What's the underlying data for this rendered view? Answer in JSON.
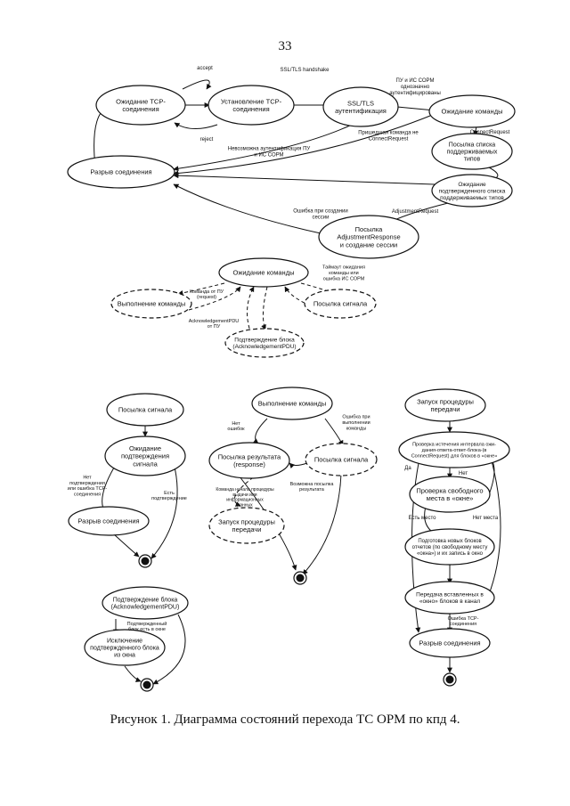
{
  "page_number": "33",
  "caption": "Рисунок 1. Диаграмма состояний перехода ТС ОРМ по кпд 4.",
  "main": {
    "nodes": {
      "wait_tcp": [
        "Ожидание TCP-",
        "соединения"
      ],
      "establish_tcp": [
        "Установление TCP-",
        "соединения"
      ],
      "ssl_auth": [
        "SSL/TLS",
        "аутентификация"
      ],
      "wait_cmd": [
        "Ожидание команды"
      ],
      "send_list": [
        "Посылка списка",
        "поддерживаемых",
        "типов"
      ],
      "wait_confirm": [
        "Ожидание",
        "подтвержденного списка",
        "поддерживаемых типов"
      ],
      "send_adjust": [
        "Посылка",
        "AdjustmentResponse",
        "и создание сессии"
      ],
      "disconnect": [
        "Разрыв соединения"
      ]
    },
    "labels": {
      "accept": "accept",
      "ssl_handshake": "SSL/TLS handshake",
      "reject": "reject",
      "both_auth": [
        "ПУ и ИС СОРМ",
        "однозначно",
        "аутентифицированы"
      ],
      "connect_request": "ConnectRequest",
      "no_auth": [
        "Невозможна аутентификация ПУ",
        "и ИС СОРМ"
      ],
      "cmd_arrived": [
        "Пришедшая команда не",
        "ConnectRequest"
      ],
      "adjustment_request": "AdjustmentRequest",
      "session_error": [
        "Ошибка при создании",
        "сессии"
      ]
    }
  },
  "cmd_loop": {
    "nodes": {
      "wait_cmd": "Ожидание команды",
      "exec_cmd": "Выполнение команды",
      "send_signal": "Посылка сигнала",
      "confirm_block": [
        "Подтверждение блока",
        "(AcknowledgementPDU)"
      ]
    },
    "labels": {
      "cmd_from_pu": [
        "Команда от ПУ",
        "(request)"
      ],
      "timeout": [
        "Таймаут ожидания",
        "команды или",
        "ошибка ИС СОРМ"
      ],
      "ack_from_pu": [
        "AcknowledgementPDU",
        "от ПУ"
      ]
    }
  },
  "signal_diagram": {
    "nodes": {
      "send_signal": "Посылка сигнала",
      "wait_confirm": [
        "Ожидание",
        "подтверждения",
        "сигнала"
      ],
      "disconnect": "Разрыв соединения"
    },
    "labels": {
      "no_confirm": [
        "Нет",
        "подтверждения",
        "или ошибка TCP-",
        "соединения"
      ],
      "has_confirm": [
        "Есть",
        "подтверждение"
      ]
    }
  },
  "exec_diagram": {
    "nodes": {
      "exec_cmd": "Выполнение команды",
      "send_result": [
        "Посылка результата",
        "(response)"
      ],
      "send_signal": "Посылка сигнала",
      "start_transfer": [
        "Запуск процедуры",
        "передачи"
      ]
    },
    "labels": {
      "no_errors": [
        "Нет",
        "ошибок"
      ],
      "exec_error": [
        "Ошибка при",
        "выполнении",
        "команды"
      ],
      "cmd_start": [
        "Команда начала процедуры",
        "выдачи или",
        "информационных",
        "данных"
      ],
      "possible_send": [
        "Возможна посылка",
        "результата"
      ]
    }
  },
  "transfer_diagram": {
    "nodes": {
      "start": [
        "Запуск процедуры",
        "передачи"
      ],
      "check_interval": [
        "Проверка истечения интервала ожи-",
        "дания-ответа-ответ-блока-(в",
        "ConnectRequest) для блоков в «окне»"
      ],
      "check_free": [
        "Проверка свободного",
        "места в «окне»"
      ],
      "prepare_blocks": [
        "Подготовка новых блоков",
        "отчетов (по свободному месту",
        "«окна») и их запись в окно"
      ],
      "transmit": [
        "Передача  вставленных в",
        "«окно» блоков в канал"
      ],
      "disconnect": "Разрыв соединения"
    },
    "labels": {
      "yes": "Да",
      "no": "Нет",
      "has_space": "Есть место",
      "no_space": "Нет места",
      "tcp_error": [
        "Ошибка TCP-",
        "соединения"
      ]
    }
  },
  "ack_diagram": {
    "nodes": {
      "confirm_block": [
        "Подтверждение блока",
        "(AcknowledgementPDU)"
      ],
      "exclude_block": [
        "Исключение",
        "подтвержденного блока",
        "из окна"
      ]
    },
    "labels": {
      "block_in_window": [
        "Подтвержденный",
        "блок есть в окне"
      ]
    }
  }
}
